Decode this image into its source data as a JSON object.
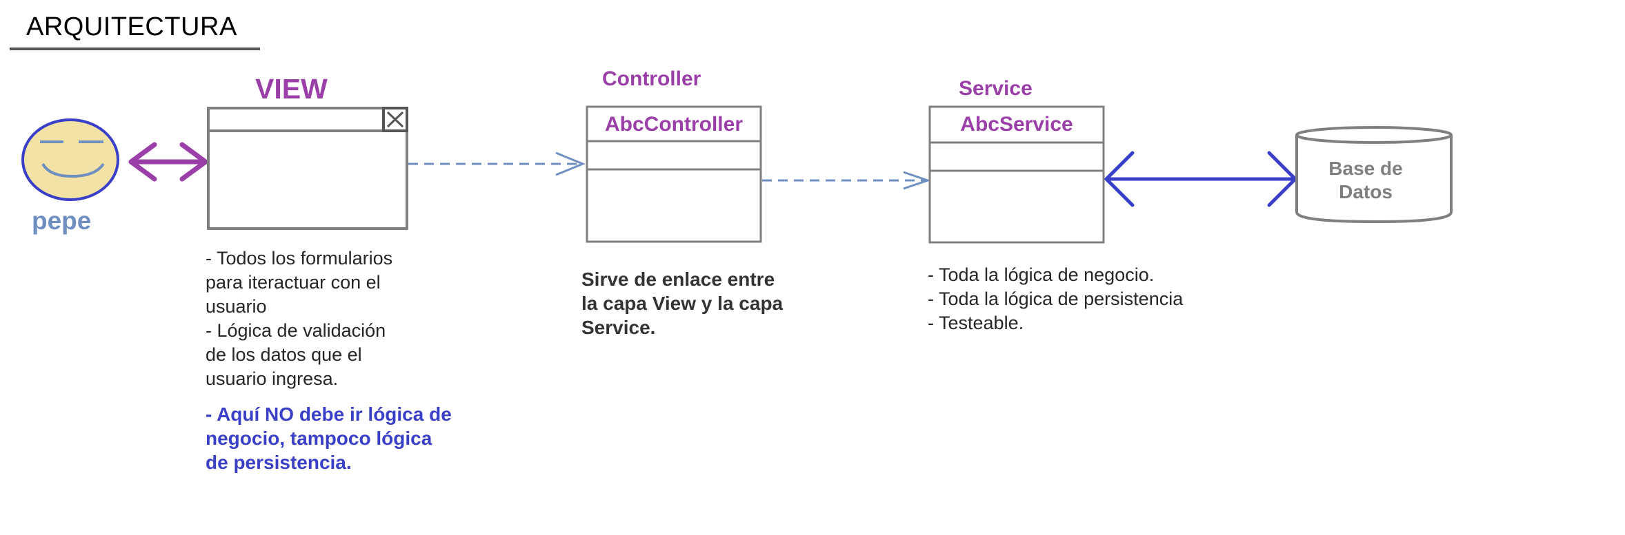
{
  "title": "ARQUITECTURA",
  "user": {
    "name": "pepe",
    "icon": "smiley-face-icon"
  },
  "view": {
    "title": "VIEW",
    "notes": "- Todos los formularios\n   para iteractuar con el\n   usuario\n- Lógica de validación\n  de los datos que el\n  usuario ingresa.",
    "warning": "- Aquí NO debe ir lógica de\n  negocio, tampoco lógica\n  de persistencia."
  },
  "controller": {
    "title": "Controller",
    "class_name": "AbcController",
    "notes": "Sirve de enlace entre\nla capa View y la capa\nService."
  },
  "service": {
    "title": "Service",
    "class_name": "AbcService",
    "notes": "- Toda la lógica de negocio.\n- Toda la lógica de persistencia\n- Testeable."
  },
  "database": {
    "label": "Base de\nDatos",
    "icon": "database-cylinder-icon"
  },
  "colors": {
    "purple": "#9b3fa8",
    "blue_arrow": "#3a3fc7",
    "dashed_arrow": "#6f8fc0",
    "face_fill": "#f2e2a6",
    "box_stroke": "#7f7f7f"
  }
}
